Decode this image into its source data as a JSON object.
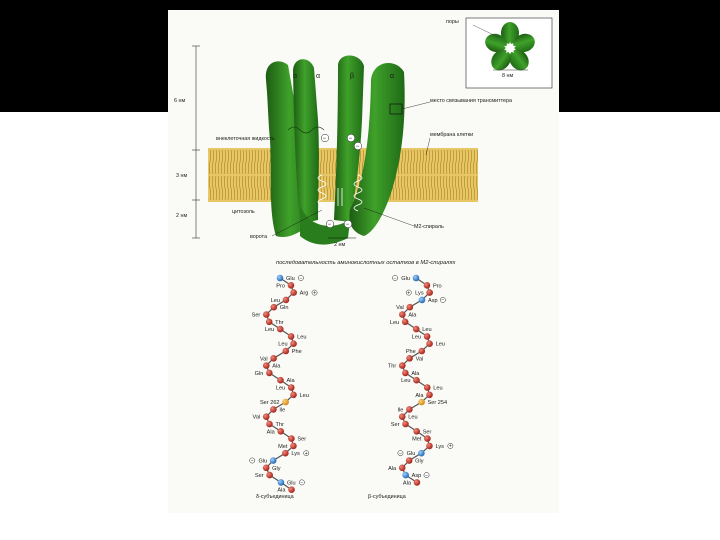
{
  "colors": {
    "background": "#ffffff",
    "topbar": "#000000",
    "slide": "#fafaf6",
    "receptor": "#2f8f1f",
    "receptor_dark": "#1d5c13",
    "membrane": "#d9b24a",
    "residue_red": "#c0281e",
    "residue_blue": "#2a7fd4",
    "residue_orange": "#e8a21a"
  },
  "diagram": {
    "inset": {
      "label": "поры",
      "scale": "8 нм"
    },
    "subunits": [
      "α",
      "α",
      "β",
      "α"
    ],
    "labels": {
      "gate": "ворота",
      "membrane": "мембрана клетки",
      "extracellular": "внеклеточная жидкость",
      "cytosol": "цитозоль",
      "binding_site": "место связывания трансмиттера",
      "m2_helix": "M2-спираль"
    },
    "dims": {
      "d6": "6 нм",
      "d3": "3 нм",
      "d2": "2 нм",
      "width2": "2 нм"
    },
    "sequence_title": "последовательность аминокислотных остатков в M2-спиралях",
    "left_chain": [
      {
        "name": "Glu",
        "charge": "−"
      },
      {
        "name": "Pro"
      },
      {
        "name": "Arg",
        "charge": "+"
      },
      {
        "name": "Leu"
      },
      {
        "name": "Gln"
      },
      {
        "name": "Ser"
      },
      {
        "name": "Thr"
      },
      {
        "name": "Leu"
      },
      {
        "name": "Leu"
      },
      {
        "name": "Leu"
      },
      {
        "name": "Phe"
      },
      {
        "name": "Val"
      },
      {
        "name": "Ala"
      },
      {
        "name": "Gln"
      },
      {
        "name": "Ala"
      },
      {
        "name": "Leu"
      },
      {
        "name": "Leu"
      },
      {
        "name": "Ser 262"
      },
      {
        "name": "Ile"
      },
      {
        "name": "Val"
      },
      {
        "name": "Thr"
      },
      {
        "name": "Ala"
      },
      {
        "name": "Ser"
      },
      {
        "name": "Met"
      },
      {
        "name": "Lys",
        "charge": "+"
      },
      {
        "name": "Glu",
        "charge": "−"
      },
      {
        "name": "Gly"
      },
      {
        "name": "Ser"
      },
      {
        "name": "Glu",
        "charge": "−"
      },
      {
        "name": "Ala"
      }
    ],
    "right_chain": [
      {
        "name": "Glu",
        "charge": "−"
      },
      {
        "name": "Pro"
      },
      {
        "name": "Lys",
        "charge": "+"
      },
      {
        "name": "Asp",
        "charge": "−"
      },
      {
        "name": "Val"
      },
      {
        "name": "Ala"
      },
      {
        "name": "Leu"
      },
      {
        "name": "Leu"
      },
      {
        "name": "Leu"
      },
      {
        "name": "Leu"
      },
      {
        "name": "Phe"
      },
      {
        "name": "Val"
      },
      {
        "name": "Thr"
      },
      {
        "name": "Ala"
      },
      {
        "name": "Leu"
      },
      {
        "name": "Leu"
      },
      {
        "name": "Ala"
      },
      {
        "name": "Ser 254"
      },
      {
        "name": "Ile"
      },
      {
        "name": "Leu"
      },
      {
        "name": "Ser"
      },
      {
        "name": "Ser"
      },
      {
        "name": "Met"
      },
      {
        "name": "Lys",
        "charge": "+"
      },
      {
        "name": "Glu",
        "charge": "−"
      },
      {
        "name": "Gly"
      },
      {
        "name": "Ala"
      },
      {
        "name": "Asp",
        "charge": "−"
      },
      {
        "name": "Ala"
      }
    ],
    "left_caption": "δ-субъединица",
    "right_caption": "β-субъединица"
  }
}
